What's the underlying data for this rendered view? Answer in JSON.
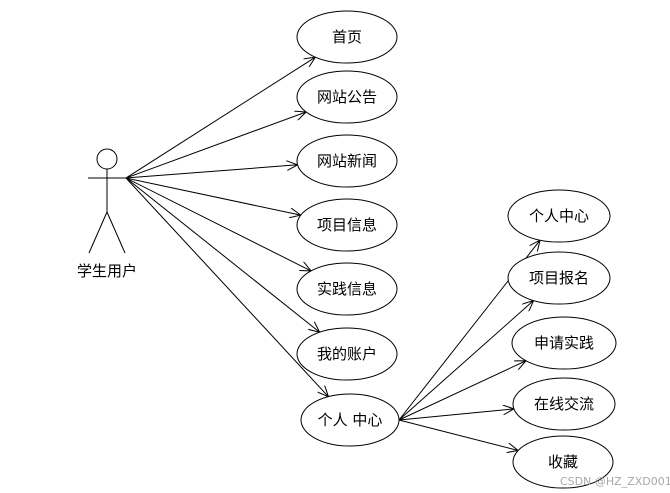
{
  "actor": {
    "label": "学生用户"
  },
  "use_cases": [
    {
      "id": "home",
      "label": "首页"
    },
    {
      "id": "notice",
      "label": "网站公告"
    },
    {
      "id": "news",
      "label": "网站新闻"
    },
    {
      "id": "project-info",
      "label": "项目信息"
    },
    {
      "id": "practice-info",
      "label": "实践信息"
    },
    {
      "id": "account",
      "label": "我的账户"
    },
    {
      "id": "personal-center",
      "label": "个人 中心"
    }
  ],
  "sub_use_cases": [
    {
      "id": "sub-personal-center",
      "label": "个人中心"
    },
    {
      "id": "project-signup",
      "label": "项目报名"
    },
    {
      "id": "apply-practice",
      "label": "申请实践"
    },
    {
      "id": "online-chat",
      "label": "在线交流"
    },
    {
      "id": "favorites",
      "label": "收藏"
    }
  ],
  "watermark": "CSDN @HZ_ZXD001"
}
